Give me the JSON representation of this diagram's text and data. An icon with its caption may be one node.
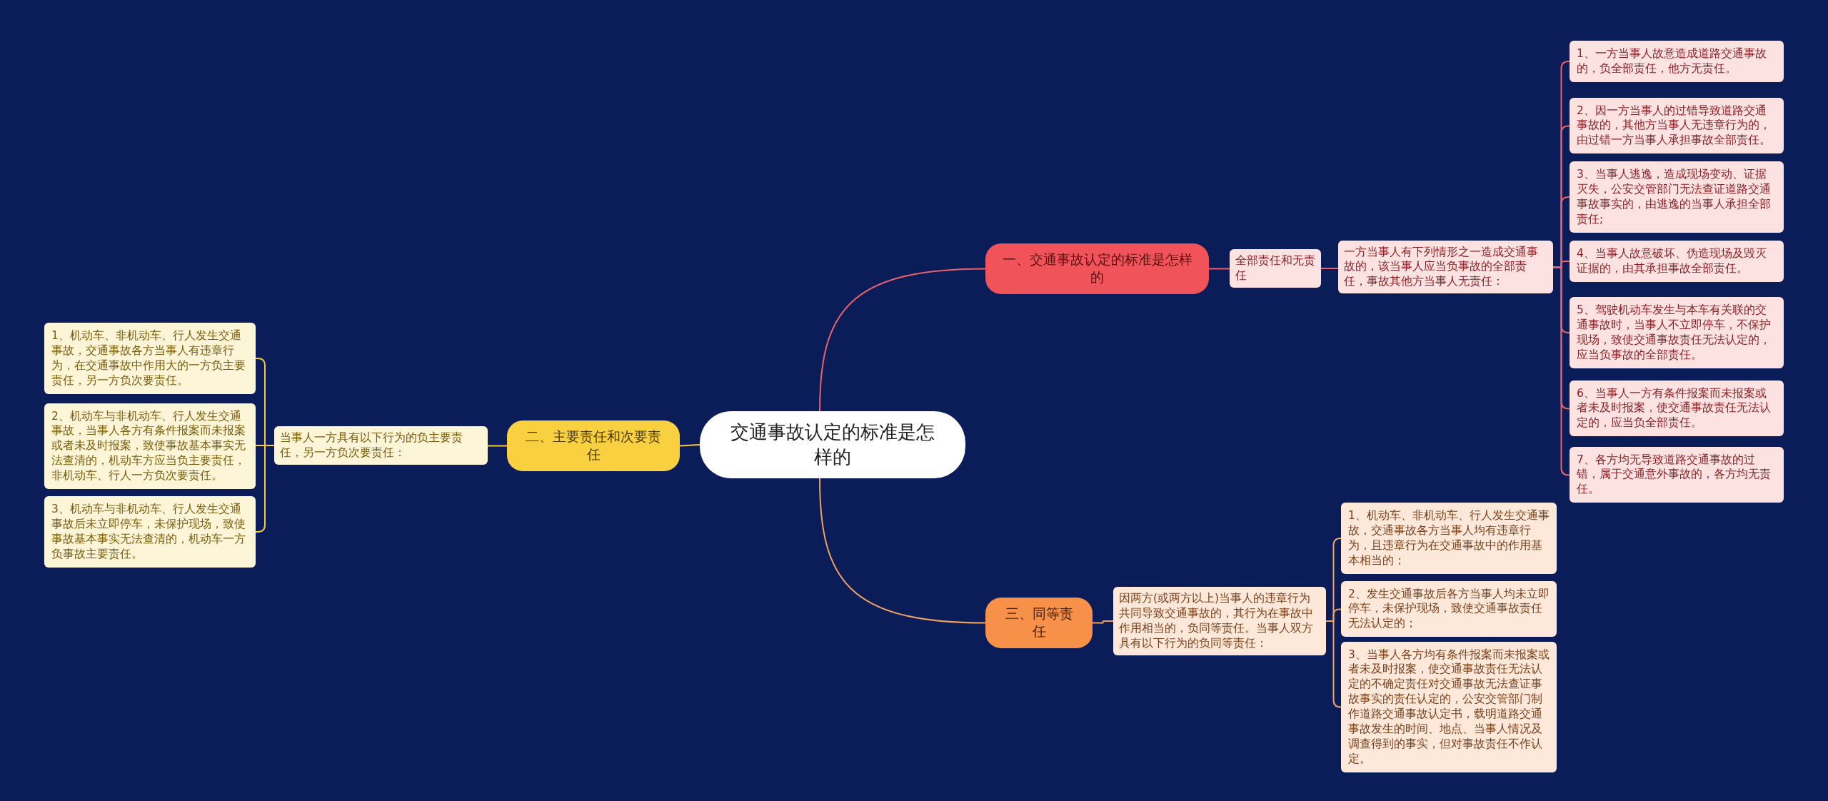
{
  "diagram": {
    "nodes": [
      {
        "text": [
          "交通事故认定的标准是怎样的"
        ]
      },
      {
        "text": [
          "一、交通事故认定的标准是怎样的"
        ]
      },
      {
        "text": [
          "全部责任和无责任"
        ]
      },
      {
        "text": [
          "一方当事人有下列情形之一造成交通事故的，该当事人应当负事故的全部责任，事故其他方当事人无责任："
        ]
      },
      {
        "text": [
          "1、一方当事人故意造成道路交通事故的，负全部责任，他方无责任。"
        ]
      },
      {
        "text": [
          "2、因一方当事人的过错导致道路交通事故的，其他方当事人无违章行为的，由过错一方当事人承担事故全部责任。"
        ]
      },
      {
        "text": [
          "3、当事人逃逸，造成现场变动、证据灭失，公安交管部门无法查证道路交通事故事实的，由逃逸的当事人承担全部责任;"
        ]
      },
      {
        "text": [
          "4、当事人故意破坏、伪造现场及毁灭证据的，由其承担事故全部责任。"
        ]
      },
      {
        "text": [
          "5、驾驶机动车发生与本车有关联的交通事故时，当事人不立即停车，不保护现场，致使交通事故责任无法认定的，应当负事故的全部责任。"
        ]
      },
      {
        "text": [
          "6、当事人一方有条件报案而未报案或者未及时报案，使交通事故责任无法认定的，应当负全部责任。"
        ]
      },
      {
        "text": [
          "7、各方均无导致道路交通事故的过错，属于交通意外事故的，各方均无责任。"
        ]
      },
      {
        "text": [
          "二、主要责任和次要责任"
        ]
      },
      {
        "text": [
          "当事人一方具有以下行为的负主要责任，另一方负次要责任："
        ]
      },
      {
        "text": [
          "1、机动车、非机动车、行人发生交通事故，交通事故各方当事人有违章行为，在交通事故中作用大的一方负主要责任，另一方负次要责任。"
        ]
      },
      {
        "text": [
          "2、机动车与非机动车、行人发生交通事故，当事人各方有条件报案而未报案或者未及时报案，致使事故基本事实无法查清的，机动车方应当负主要责任，非机动车、行人一方负次要责任。"
        ]
      },
      {
        "text": [
          "3、机动车与非机动车、行人发生交通事故后未立即停车，未保护现场，致使事故基本事实无法查清的，机动车一方负事故主要责任。"
        ]
      },
      {
        "text": [
          "三、同等责任"
        ]
      },
      {
        "text": [
          "因两方(或两方以上)当事人的违章行为共同导致交通事故的，其行为在事故中作用相当的，负同等责任。当事人双方具有以下行为的负同等责任："
        ]
      },
      {
        "text": [
          "1、机动车、非机动车、行人发生交通事故，交通事故各方当事人均有违章行为，且违章行为在交通事故中的作用基本相当的；"
        ]
      },
      {
        "text": [
          "2、发生交通事故后各方当事人均未立即停车，未保护现场，致使交通事故责任无法认定的；"
        ]
      },
      {
        "text": [
          "3、当事人各方均有条件报案而未报案或者未及时报案，使交通事故责任无法认定的不确定责任对交通事故无法查证事故事实的责任认定的，公安交管部门制作道路交通事故认定书，载明道路交通事故发生的时间、地点、当事人情况及调查得到的事实，但对事故责任不作认定。"
        ]
      }
    ],
    "edges": [
      {
        "from": 0,
        "to": 1,
        "arrow": "none"
      },
      {
        "from": 1,
        "to": 2,
        "arrow": "none"
      },
      {
        "from": 2,
        "to": 3,
        "arrow": "none"
      },
      {
        "from": 3,
        "to": 4,
        "arrow": "none"
      },
      {
        "from": 3,
        "to": 5,
        "arrow": "none"
      },
      {
        "from": 3,
        "to": 6,
        "arrow": "none"
      },
      {
        "from": 3,
        "to": 7,
        "arrow": "none"
      },
      {
        "from": 3,
        "to": 8,
        "arrow": "none"
      },
      {
        "from": 3,
        "to": 9,
        "arrow": "none"
      },
      {
        "from": 3,
        "to": 10,
        "arrow": "none"
      },
      {
        "from": 0,
        "to": 11,
        "arrow": "none",
        "color": "#f5c842"
      },
      {
        "from": 11,
        "to": 12,
        "arrow": "none",
        "color": "#f5c842"
      },
      {
        "from": 12,
        "to": 13,
        "arrow": "none",
        "color": "#f5c842"
      },
      {
        "from": 12,
        "to": 14,
        "arrow": "none",
        "color": "#f5c842"
      },
      {
        "from": 12,
        "to": 15,
        "arrow": "none",
        "color": "#f5c842"
      },
      {
        "from": 0,
        "to": 16,
        "arrow": "none",
        "color": "#f0a060"
      },
      {
        "from": 16,
        "to": 17,
        "arrow": "none",
        "color": "#f0a060"
      },
      {
        "from": 17,
        "to": 18,
        "arrow": "none",
        "color": "#f0a060"
      },
      {
        "from": 17,
        "to": 19,
        "arrow": "none",
        "color": "#f0a060"
      },
      {
        "from": 17,
        "to": 20,
        "arrow": "none",
        "color": "#f0a060"
      }
    ]
  }
}
